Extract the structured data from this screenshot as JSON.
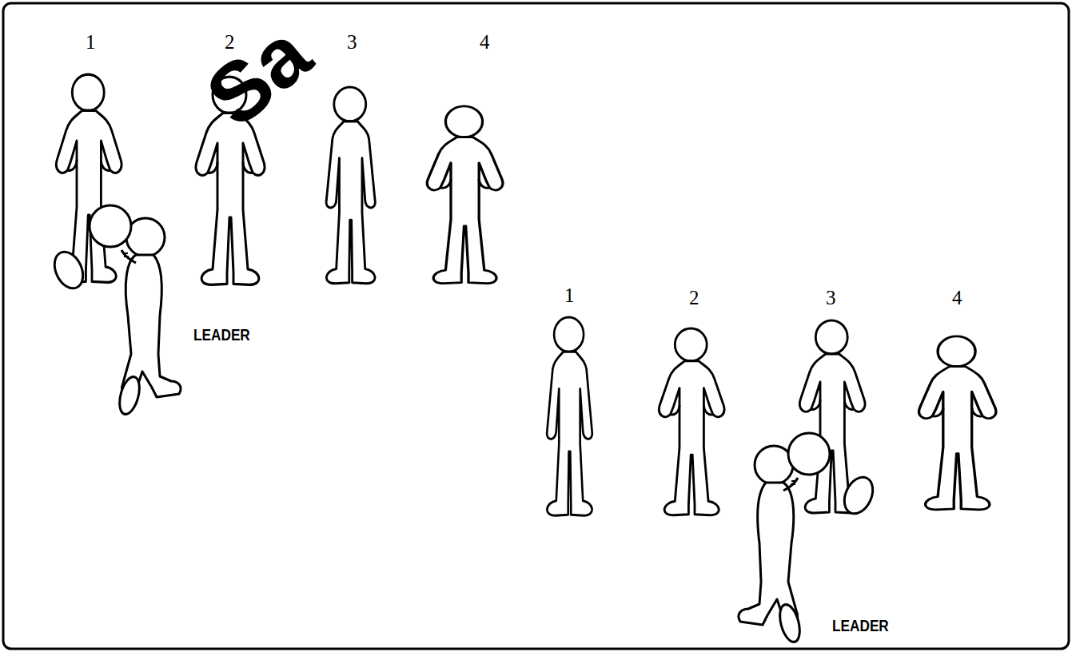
{
  "diagram": {
    "labels": [
      "1",
      "2",
      "3",
      "4",
      "LEADER",
      "1",
      "2",
      "3",
      "4",
      "LEADER",
      "Sa"
    ]
  }
}
